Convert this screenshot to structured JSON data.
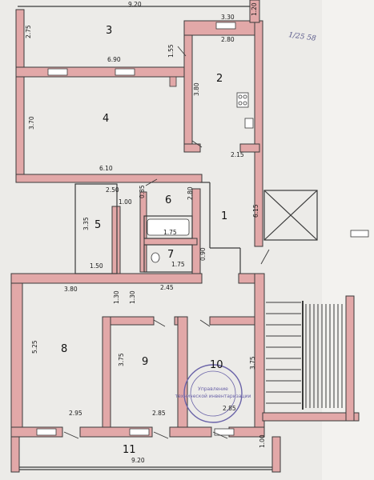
{
  "colors": {
    "paper": "#ecebe8",
    "paper_edge": "#f6f5f2",
    "wall_fill": "#e2a8a8",
    "wall_line": "#3a3a3a",
    "ink": "#1a1a1a",
    "stamp": "#6a63a8",
    "scribble": "#555588"
  },
  "rooms": [
    {
      "number": "1"
    },
    {
      "number": "2"
    },
    {
      "number": "3"
    },
    {
      "number": "4"
    },
    {
      "number": "5"
    },
    {
      "number": "6"
    },
    {
      "number": "7"
    },
    {
      "number": "8"
    },
    {
      "number": "9"
    },
    {
      "number": "10"
    },
    {
      "number": "11"
    }
  ],
  "dimensions": {
    "overall_top": "9.20",
    "top_right_small": "1.20",
    "balcony3_depth": "2.75",
    "kitchen_top": "3.30",
    "kitchen_width": "2.80",
    "kitchen_door": "1.55",
    "kitchen_height": "3.80",
    "kitchen_bottom": "2.15",
    "room4_top": "6.90",
    "room4_height": "3.70",
    "room4_bottom": "6.10",
    "room5_top": "2.50",
    "room5_small": "0.85",
    "room5_height": "3.35",
    "room5_bottom": "1.50",
    "wc_width": "1.00",
    "bath_height": "2.80",
    "bath_width": "1.75",
    "hall_height": "6.15",
    "room7_height": "0.90",
    "room7_width": "1.75",
    "corridor_left": "3.80",
    "corridor_right": "2.45",
    "corridor_h1": "1.30",
    "corridor_h2": "1.30",
    "room8_height": "5.25",
    "room8_width": "2.95",
    "room9_height": "3.75",
    "room9_width": "2.85",
    "room10_height": "3.75",
    "room10_width": "2.85",
    "balcony11_depth": "1.00",
    "overall_bottom": "9.20"
  },
  "stamp": {
    "line1": "Управление",
    "line2": "технической инвентаризации"
  },
  "annotations": {
    "scribble": "1/25 58"
  }
}
